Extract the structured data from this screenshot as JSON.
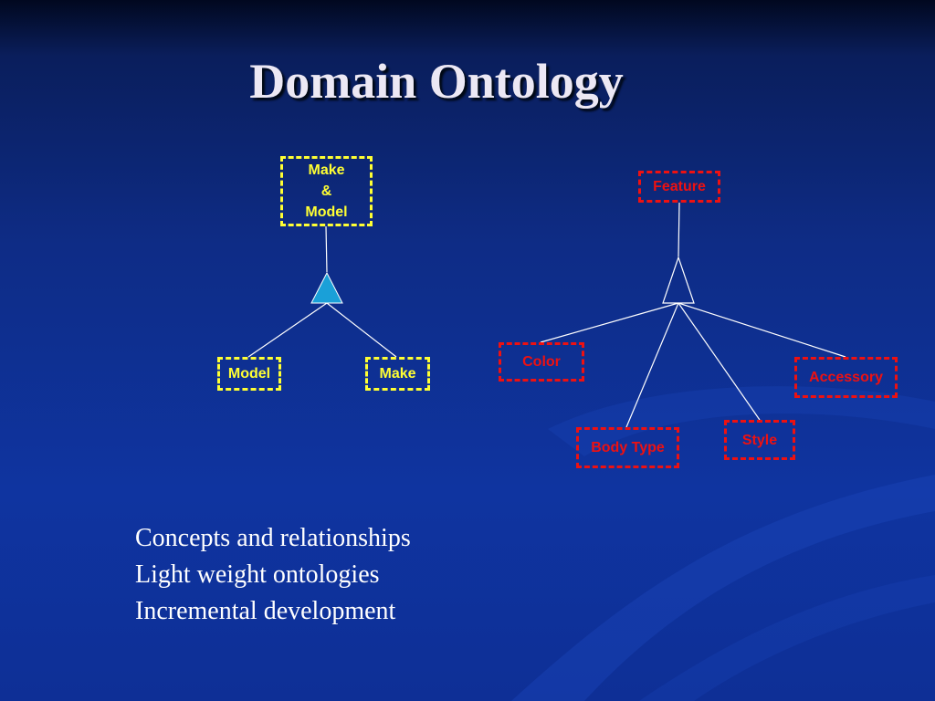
{
  "slide": {
    "title": "Domain Ontology",
    "bullets": [
      "Concepts and relationships",
      "Light weight ontologies",
      "Incremental development"
    ]
  },
  "diagram": {
    "make_model_tree": {
      "root": "Make\n&\nModel",
      "children": [
        "Model",
        "Make"
      ],
      "color": "#ffff33",
      "triangle_fill": "#1aa0d8"
    },
    "feature_tree": {
      "root": "Feature",
      "children": [
        "Color",
        "Body Type",
        "Style",
        "Accessory"
      ],
      "color": "#ee1111",
      "triangle_fill": "none"
    }
  },
  "colors": {
    "background": "#0e2c86",
    "title": "#ece8f4",
    "text": "#ffffff"
  }
}
